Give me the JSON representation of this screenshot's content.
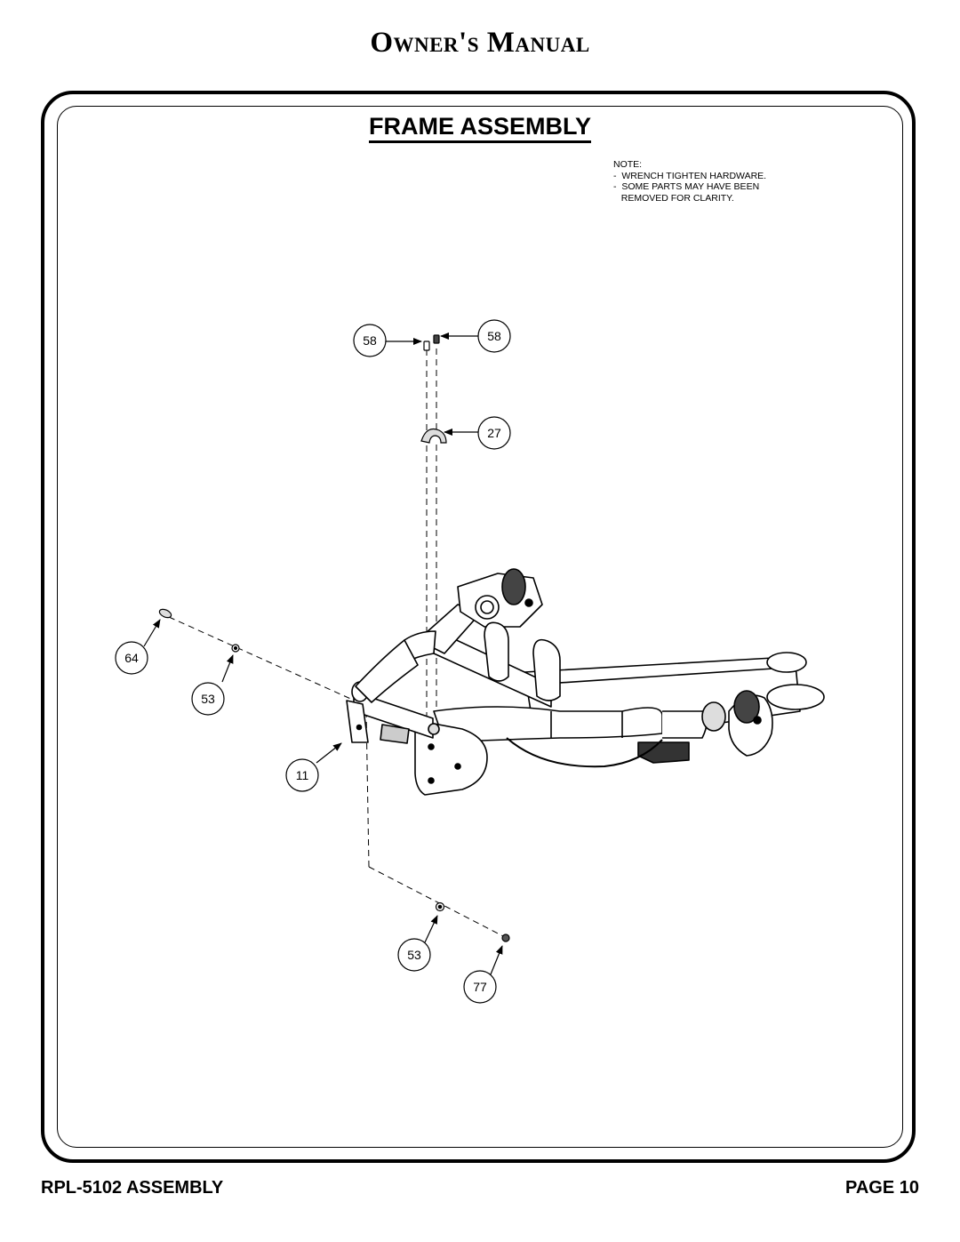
{
  "header": {
    "title": "Owner's Manual"
  },
  "section": {
    "title": "FRAME ASSEMBLY"
  },
  "note": {
    "heading": "NOTE:",
    "lines": [
      "-  WRENCH TIGHTEN HARDWARE.",
      "-  SOME PARTS MAY HAVE BEEN",
      "   REMOVED FOR CLARITY."
    ]
  },
  "callouts": [
    "58",
    "58",
    "27",
    "64",
    "53",
    "11",
    "53",
    "77"
  ],
  "footer": {
    "left": "RPL-5102 ASSEMBLY",
    "right": "PAGE 10"
  }
}
